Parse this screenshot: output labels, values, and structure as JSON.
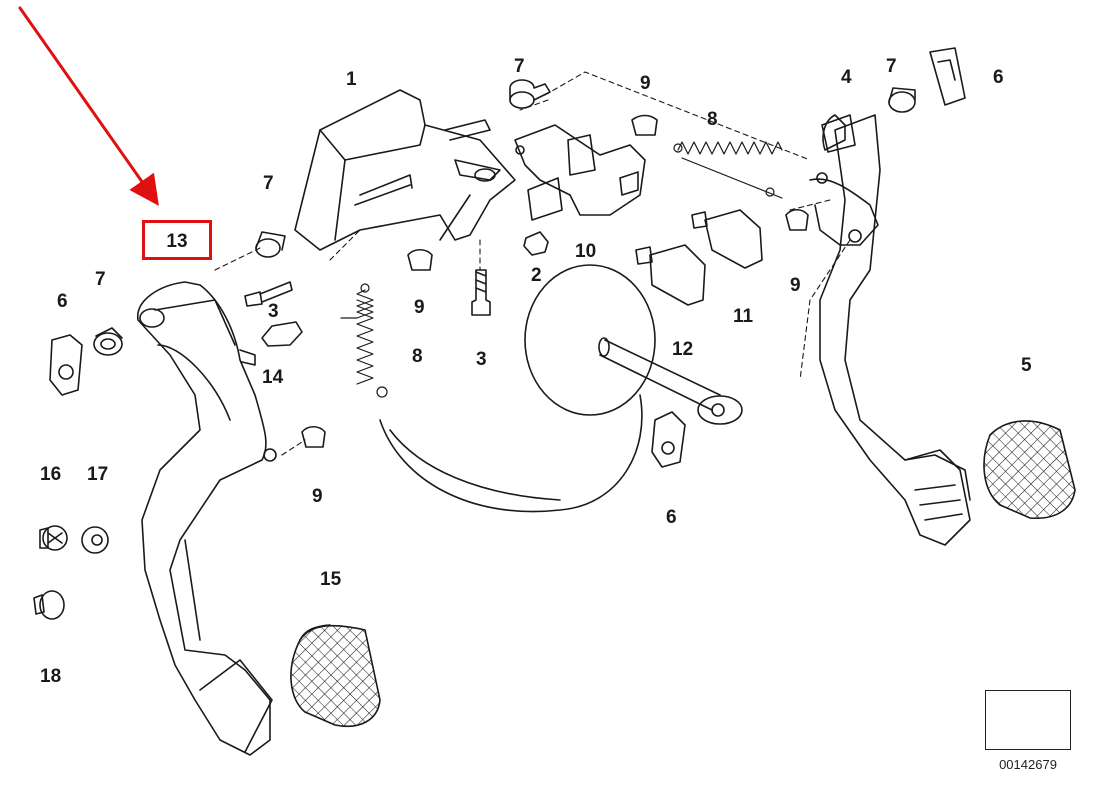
{
  "diagram": {
    "callout_number": "13",
    "reference_code": "00142679",
    "callouts": [
      {
        "id": "n1",
        "text": "1"
      },
      {
        "id": "n2",
        "text": "2"
      },
      {
        "id": "n3a",
        "text": "3"
      },
      {
        "id": "n3b",
        "text": "3"
      },
      {
        "id": "n4",
        "text": "4"
      },
      {
        "id": "n5",
        "text": "5"
      },
      {
        "id": "n6a",
        "text": "6"
      },
      {
        "id": "n6b",
        "text": "6"
      },
      {
        "id": "n6c",
        "text": "6"
      },
      {
        "id": "n7a",
        "text": "7"
      },
      {
        "id": "n7b",
        "text": "7"
      },
      {
        "id": "n7c",
        "text": "7"
      },
      {
        "id": "n7d",
        "text": "7"
      },
      {
        "id": "n8a",
        "text": "8"
      },
      {
        "id": "n8b",
        "text": "8"
      },
      {
        "id": "n9a",
        "text": "9"
      },
      {
        "id": "n9b",
        "text": "9"
      },
      {
        "id": "n9c",
        "text": "9"
      },
      {
        "id": "n9d",
        "text": "9"
      },
      {
        "id": "n10",
        "text": "10"
      },
      {
        "id": "n11",
        "text": "11"
      },
      {
        "id": "n12",
        "text": "12"
      },
      {
        "id": "n14",
        "text": "14"
      },
      {
        "id": "n15",
        "text": "15"
      },
      {
        "id": "n16",
        "text": "16"
      },
      {
        "id": "n17",
        "text": "17"
      },
      {
        "id": "n18",
        "text": "18"
      }
    ]
  },
  "colors": {
    "line": "#1a1a1a",
    "highlight": "#e01010",
    "background": "#ffffff"
  }
}
